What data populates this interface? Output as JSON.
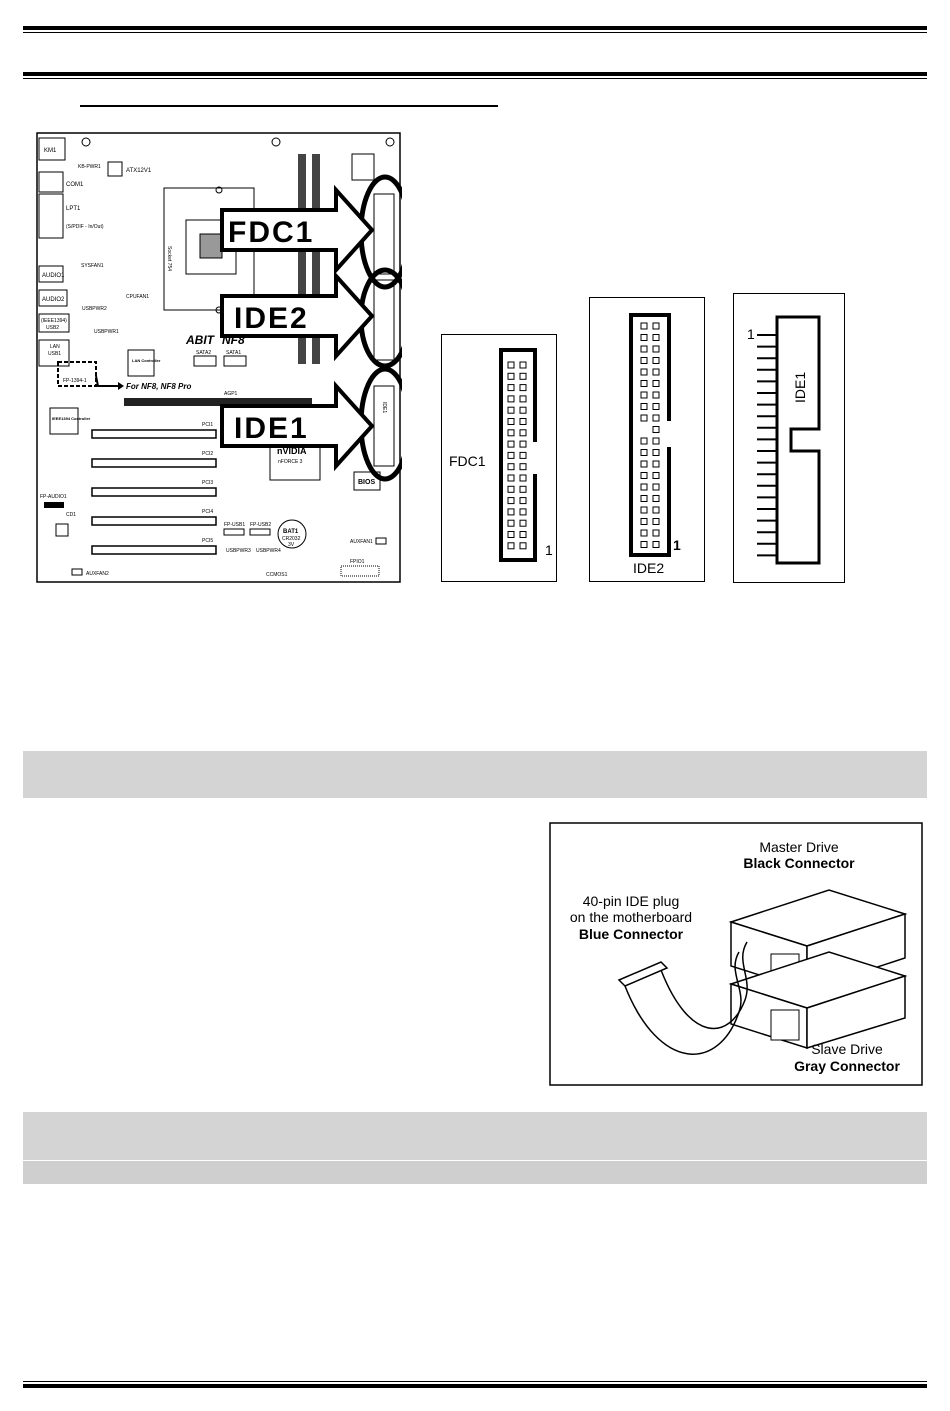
{
  "motherboard": {
    "brand": "ABIT",
    "model": "NF8",
    "callout": "For NF8, NF8 Pro",
    "big_labels": [
      "FDC1",
      "IDE2",
      "IDE1"
    ],
    "left_labels": [
      "KM1",
      "KB-PWR1",
      "COM1",
      "LPT1",
      "(S/PDIF - In/Out)",
      "SYSFAN1",
      "AUDIO1",
      "AUDIO2",
      "USBPWR2",
      "CPUFAN1",
      "(IEEE1394)",
      "USB2",
      "USBPWR1",
      "LAN",
      "USB1",
      "FP-1394-1",
      "FP-AUDIO1",
      "CD1",
      "AUXFAN2"
    ],
    "top_labels": [
      "ATX12V1"
    ],
    "chip_labels": {
      "lan": "LAN Controller",
      "ieee": "IEEE1394 Controller",
      "nvidia_line1": "nVIDIA",
      "nvidia_line2": "nFORCE 3",
      "bios": "BIOS",
      "bat": "BAT1",
      "bat_model": "CR2032",
      "bat_volt": "3V",
      "socket": "Socket 754"
    },
    "slot_labels": [
      "AGP1",
      "PCI1",
      "PCI2",
      "PCI3",
      "PCI4",
      "PCI5"
    ],
    "sata_labels": [
      "SATA2",
      "SATA1"
    ],
    "bottom_labels": [
      "FP-USB1",
      "FP-USB2",
      "USBPWR3",
      "USBPWR4",
      "AUXFAN1",
      "FPIO1",
      "CCMOS1"
    ],
    "ide1_small": "IDE1"
  },
  "connectors": {
    "fdc1": {
      "label": "FDC1",
      "pin1": "1"
    },
    "ide2": {
      "label": "IDE2",
      "pin1": "1"
    },
    "ide1": {
      "label": "IDE1",
      "pin1": "1"
    }
  },
  "drive_figure": {
    "master_title": "Master Drive",
    "master_conn": "Black Connector",
    "plug_line1": "40-pin IDE plug",
    "plug_line2": "on the motherboard",
    "plug_conn": "Blue Connector",
    "slave_title": "Slave Drive",
    "slave_conn": "Gray Connector"
  }
}
